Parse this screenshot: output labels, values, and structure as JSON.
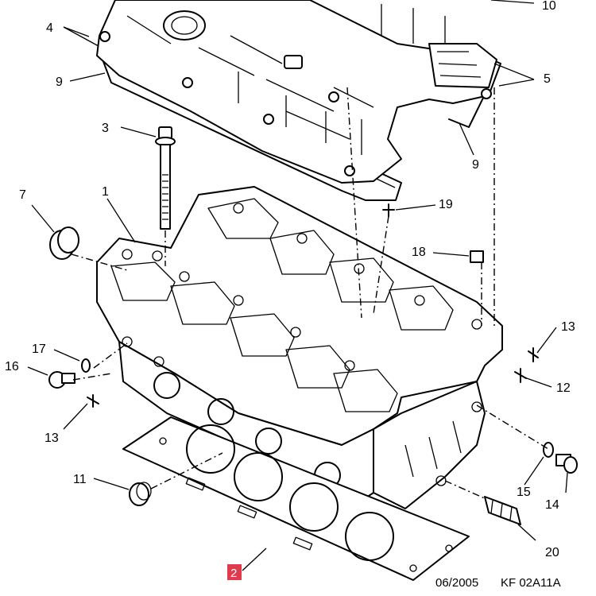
{
  "callouts": {
    "c1": "1",
    "c2": "2",
    "c3": "3",
    "c4": "4",
    "c5": "5",
    "c7": "7",
    "c9a": "9",
    "c9b": "9",
    "c10": "10",
    "c11": "11",
    "c12": "12",
    "c13a": "13",
    "c13b": "13",
    "c14": "14",
    "c15": "15",
    "c16": "16",
    "c17": "17",
    "c18": "18",
    "c19": "19",
    "c20": "20"
  },
  "highlight_color": "#e23a4d",
  "footer": {
    "date": "06/2005",
    "code": "KF 02A11A"
  }
}
